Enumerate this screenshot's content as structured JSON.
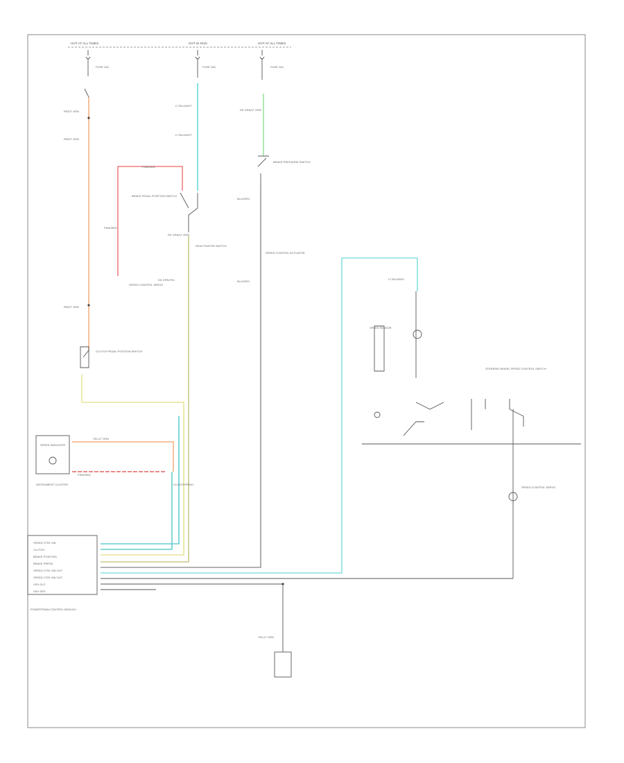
{
  "diagram": {
    "page_ref": "",
    "colors": {
      "red_lt_green": "#f4b183",
      "lt_blu_wht": "#66d9d9",
      "pink_red": "#f08080",
      "pink_dark": "#e06060",
      "lt_green": "#9be29b",
      "yellow_olive": "#e8e49a",
      "olive": "#c9c98a",
      "cyan": "#88e0e0",
      "teal": "#66cccc",
      "gray": "#999999",
      "frame": "#888888"
    },
    "fuses": {
      "left": {
        "header": "HOT AT ALL TIMES",
        "rating": "FUSE 10A"
      },
      "mid": {
        "header": "HOT IN RUN",
        "rating": "FUSE 15A"
      },
      "right": {
        "header": "HOT AT ALL TIMES",
        "rating": "FUSE 10A"
      },
      "note": ""
    },
    "wires": {
      "w_red_ltgrn_1": "RED/T GRN",
      "w_red_ltgrn_2": "RED/T GRN",
      "w_red_ltgrn_3": "RED/T GRN",
      "w_lt_blu_1": "LT BLU/WHT",
      "w_lt_blu_2": "LT BLU/WHT",
      "w_dk_grn": "DK GRN/LT GRN",
      "w_pink": "PINK/RED",
      "w_pink_2": "PINK/RED",
      "w_blu_org": "BLU/ORG",
      "w_blu_org_2": "BLU/ORG",
      "w_yel_lt_grn": "YEL/LT GRN",
      "w_yel_lt_grn_2": "YEL/LT GRN",
      "w_lt_blu_red": "LT BLU/RED",
      "w_dk_grn_yel": "DK GRN/YEL"
    },
    "components": {
      "brake_switch": "BRAKE PEDAL POSITION SWITCH",
      "brake_pressure": "BRAKE PRESSURE SWITCH",
      "deact_switch": "DEACTIVATOR SWITCH",
      "clutch_switch": "CLUTCH PEDAL POSITION SWITCH",
      "speed_control_servo": "SPEED CONTROL SERVO",
      "speedometer": "SPEED INDICATOR",
      "cluster": "INSTRUMENT CLUSTER",
      "pcm": "POWERTRAIN CONTROL MODULE",
      "steering_wheel": "STEERING WHEEL SPEED CONTROL SWITCH",
      "clockspring": "CLOCKSPRING",
      "speed_sensor": "SPEED SENSOR",
      "actuator": "SPEED CONTROL ACTUATOR"
    },
    "pcm_pins": [
      "SPEED CTRL SW",
      "CLUTCH",
      "BRAKE POSITION",
      "BRAKE PRESS",
      "SPEED CTRL SW OUT",
      "SPEED CTRL SW OUT",
      "VSS OUT",
      "VEH SPD"
    ]
  }
}
